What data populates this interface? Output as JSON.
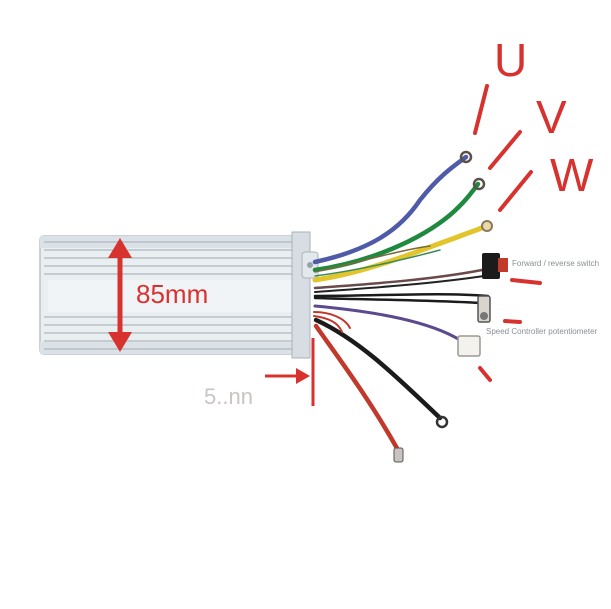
{
  "labels": {
    "phase_u": "U",
    "phase_v": "V",
    "phase_w": "W",
    "height": "85mm",
    "width_partial": "5..nn",
    "forward_reverse": "Forward / reverse switch",
    "speed_controller": "Speed Controller potentiometer"
  },
  "colors": {
    "annotation_red": "#d8322f",
    "housing": "#e9eef1",
    "wire_blue": "#4f5aa8",
    "wire_green": "#1f8a3f",
    "wire_yellow": "#e2c42b",
    "wire_black": "#1b1b1b",
    "wire_red": "#c0392b",
    "wire_purple": "#5b4a8e"
  }
}
